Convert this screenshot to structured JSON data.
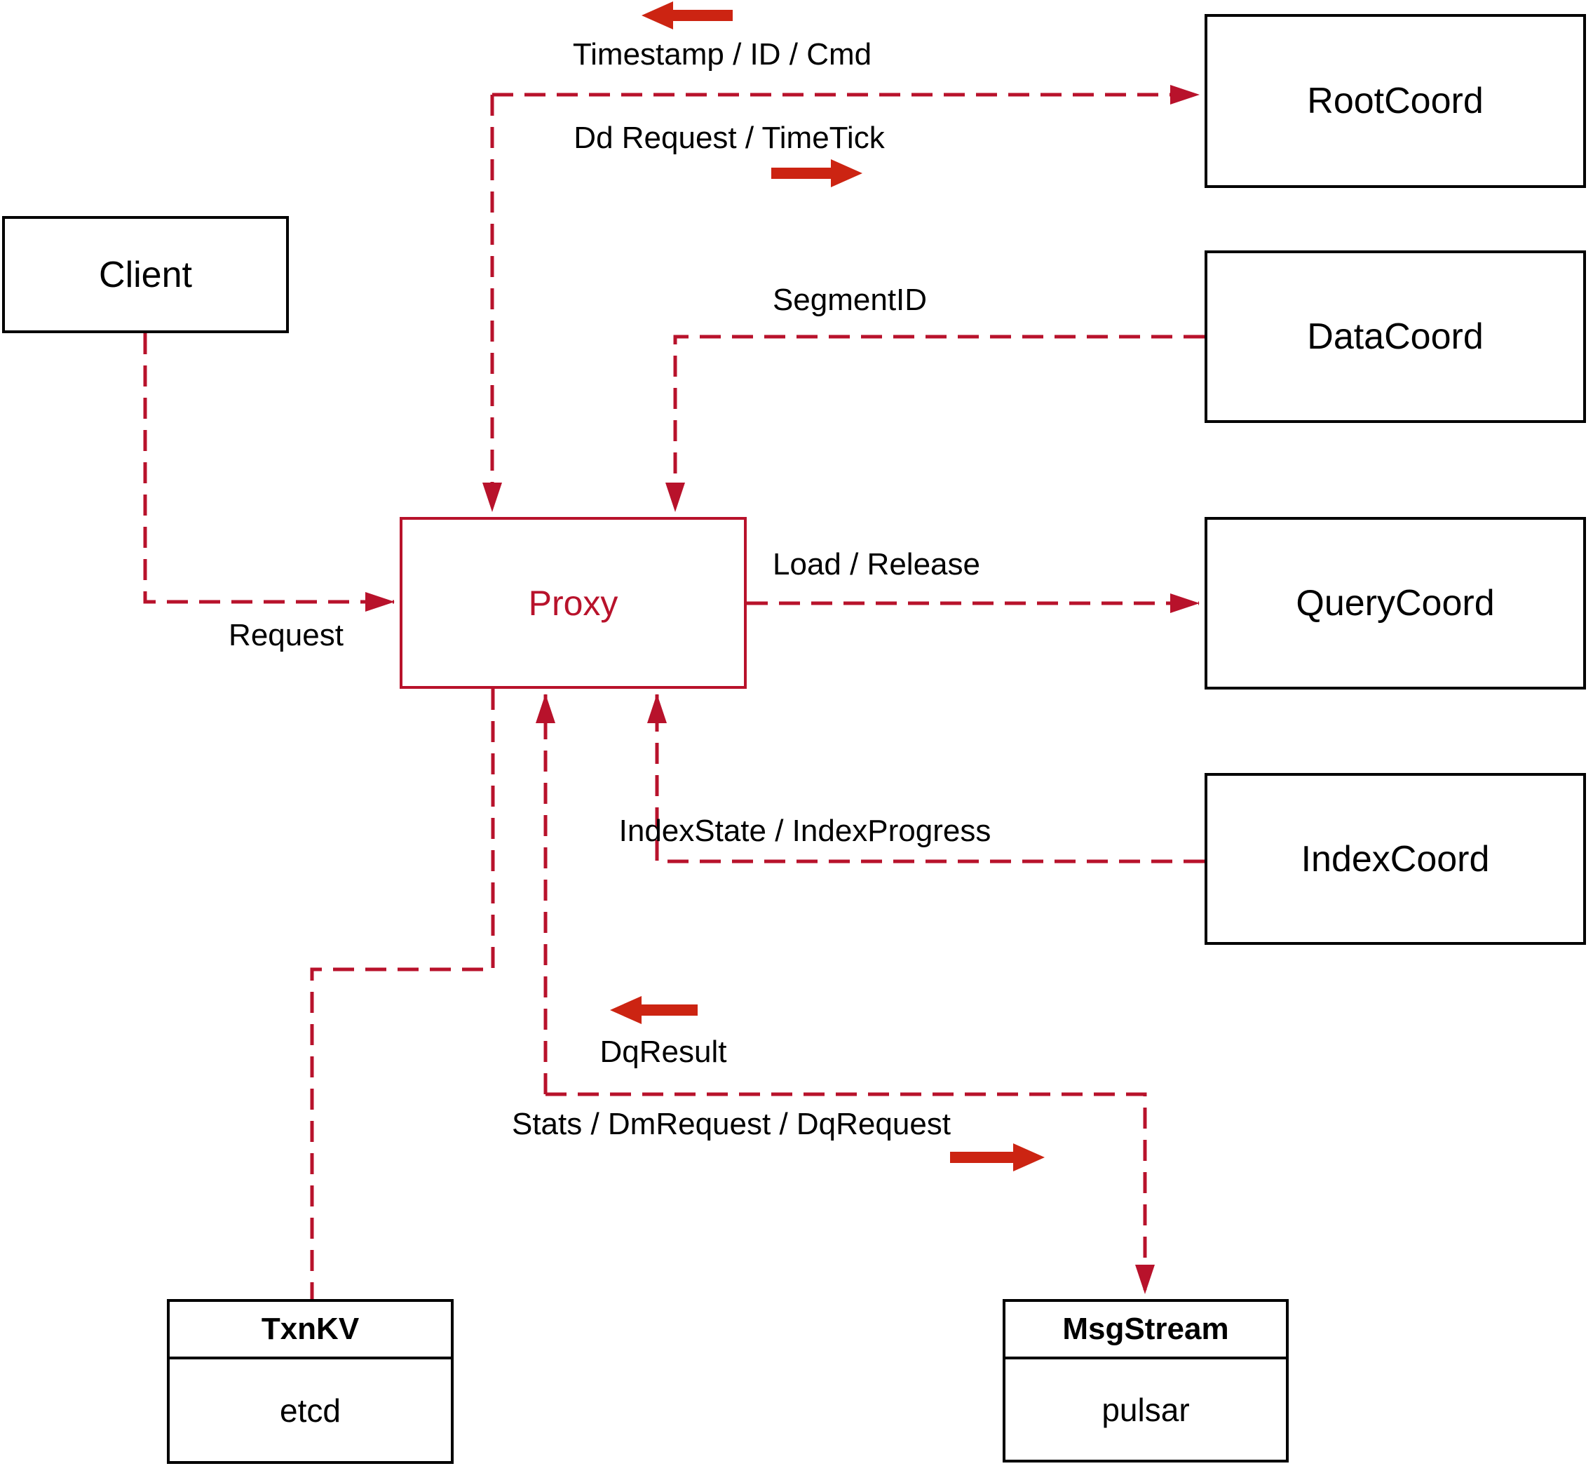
{
  "nodes": {
    "client": {
      "label": "Client"
    },
    "proxy": {
      "label": "Proxy"
    },
    "root_coord": {
      "label": "RootCoord"
    },
    "data_coord": {
      "label": "DataCoord"
    },
    "query_coord": {
      "label": "QueryCoord"
    },
    "index_coord": {
      "label": "IndexCoord"
    },
    "txn_kv": {
      "title": "TxnKV",
      "impl": "etcd"
    },
    "msg_stream": {
      "title": "MsgStream",
      "impl": "pulsar"
    }
  },
  "edge_labels": {
    "timestamp": "Timestamp / ID / Cmd",
    "dd_request": "Dd Request / TimeTick",
    "segment_id": "SegmentID",
    "load_release": "Load / Release",
    "request": "Request",
    "index_state": "IndexState / IndexProgress",
    "dq_result": "DqResult",
    "stats": "Stats / DmRequest / DqRequest"
  },
  "colors": {
    "line": "#b8122b",
    "arrow": "#cc2412",
    "text": "#000000",
    "box_border": "#000000"
  }
}
